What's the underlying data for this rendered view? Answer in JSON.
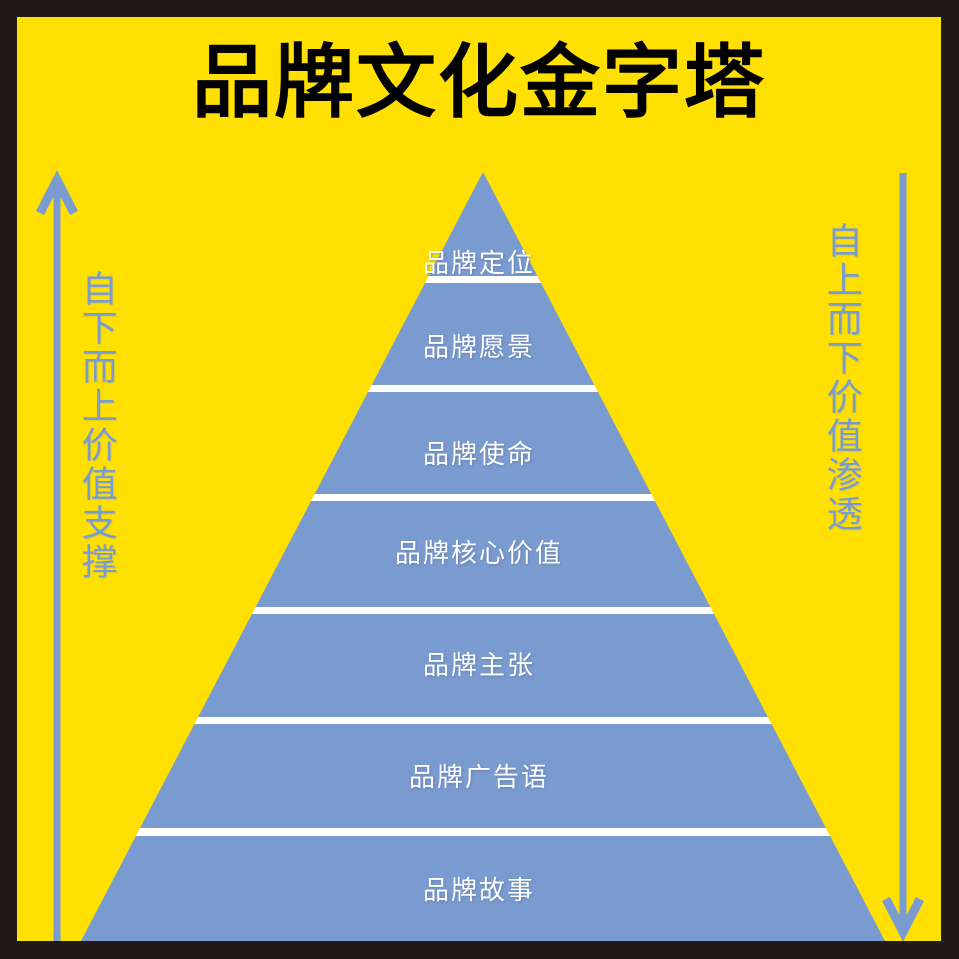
{
  "page": {
    "title": "品牌文化金字塔",
    "background_color": "#FFE000",
    "border_color": "#211a16",
    "pyramid_color": "#7a9bd0",
    "separator_color": "#ffffff",
    "title_color": "#000000"
  },
  "pyramid": {
    "levels": [
      {
        "index": 1,
        "label": "品牌定位"
      },
      {
        "index": 2,
        "label": "品牌愿景"
      },
      {
        "index": 3,
        "label": "品牌使命"
      },
      {
        "index": 4,
        "label": "品牌核心价值"
      },
      {
        "index": 5,
        "label": "品牌主张"
      },
      {
        "index": 6,
        "label": "品牌广告语"
      },
      {
        "index": 7,
        "label": "品牌故事"
      }
    ]
  },
  "annotations": {
    "left": {
      "label": "自下而上价值支撑",
      "direction": "up",
      "icon": "arrow-up-icon",
      "color": "#7a9bd0"
    },
    "right": {
      "label": "自上而下价值渗透",
      "direction": "down",
      "icon": "arrow-down-icon",
      "color": "#7a9bd0"
    }
  }
}
